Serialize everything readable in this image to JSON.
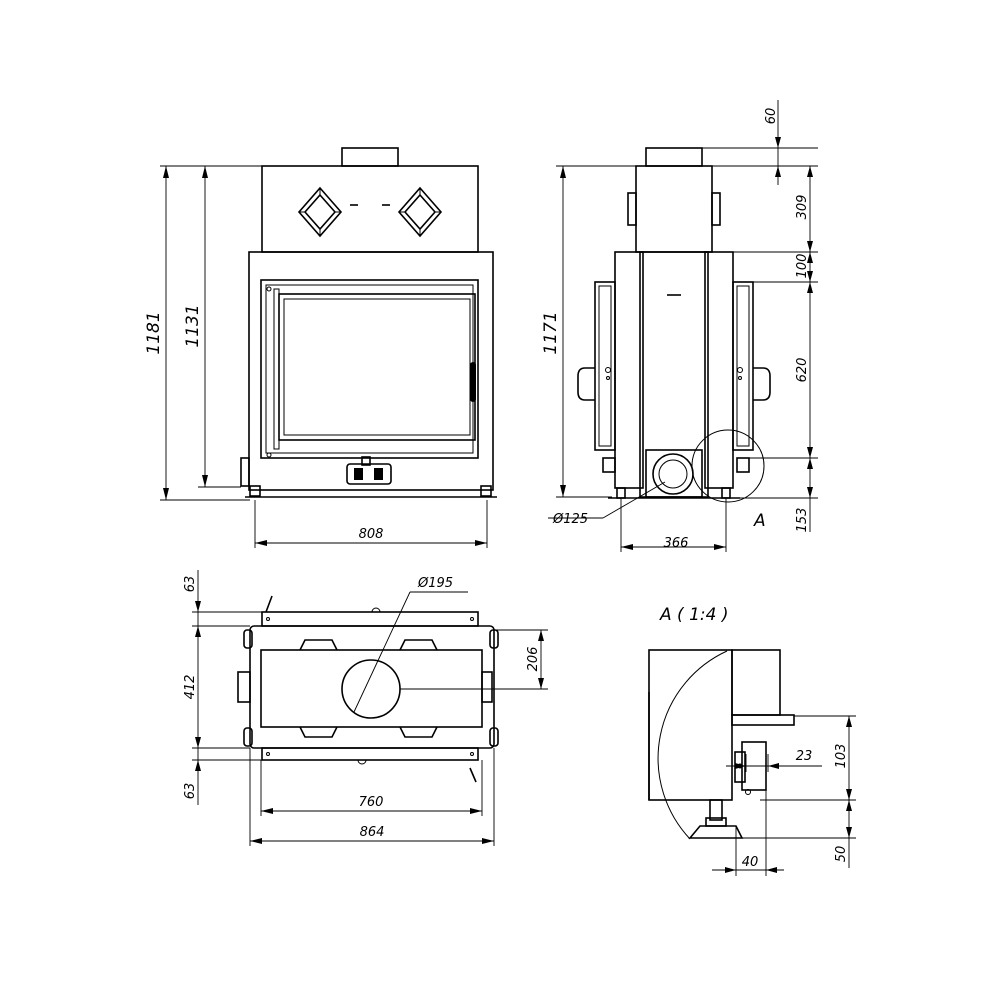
{
  "front_view": {
    "height_total": "1181",
    "height_body": "1131",
    "width": "808"
  },
  "side_view": {
    "height_total": "1171",
    "dim_top": "60",
    "dim_collar": "309",
    "dim_band": "100",
    "dim_handle": "620",
    "dim_bottom": "153",
    "depth": "366",
    "air_inlet": "Ø125",
    "detail_marker": "A"
  },
  "top_view": {
    "flue": "Ø195",
    "dim_front": "63",
    "depth": "412",
    "dim_back": "63",
    "dim_right": "206",
    "width_inner": "760",
    "width_outer": "864"
  },
  "detail": {
    "title": "A ( 1:4 )",
    "dim_23": "23",
    "dim_103": "103",
    "dim_50": "50",
    "dim_40": "40"
  }
}
